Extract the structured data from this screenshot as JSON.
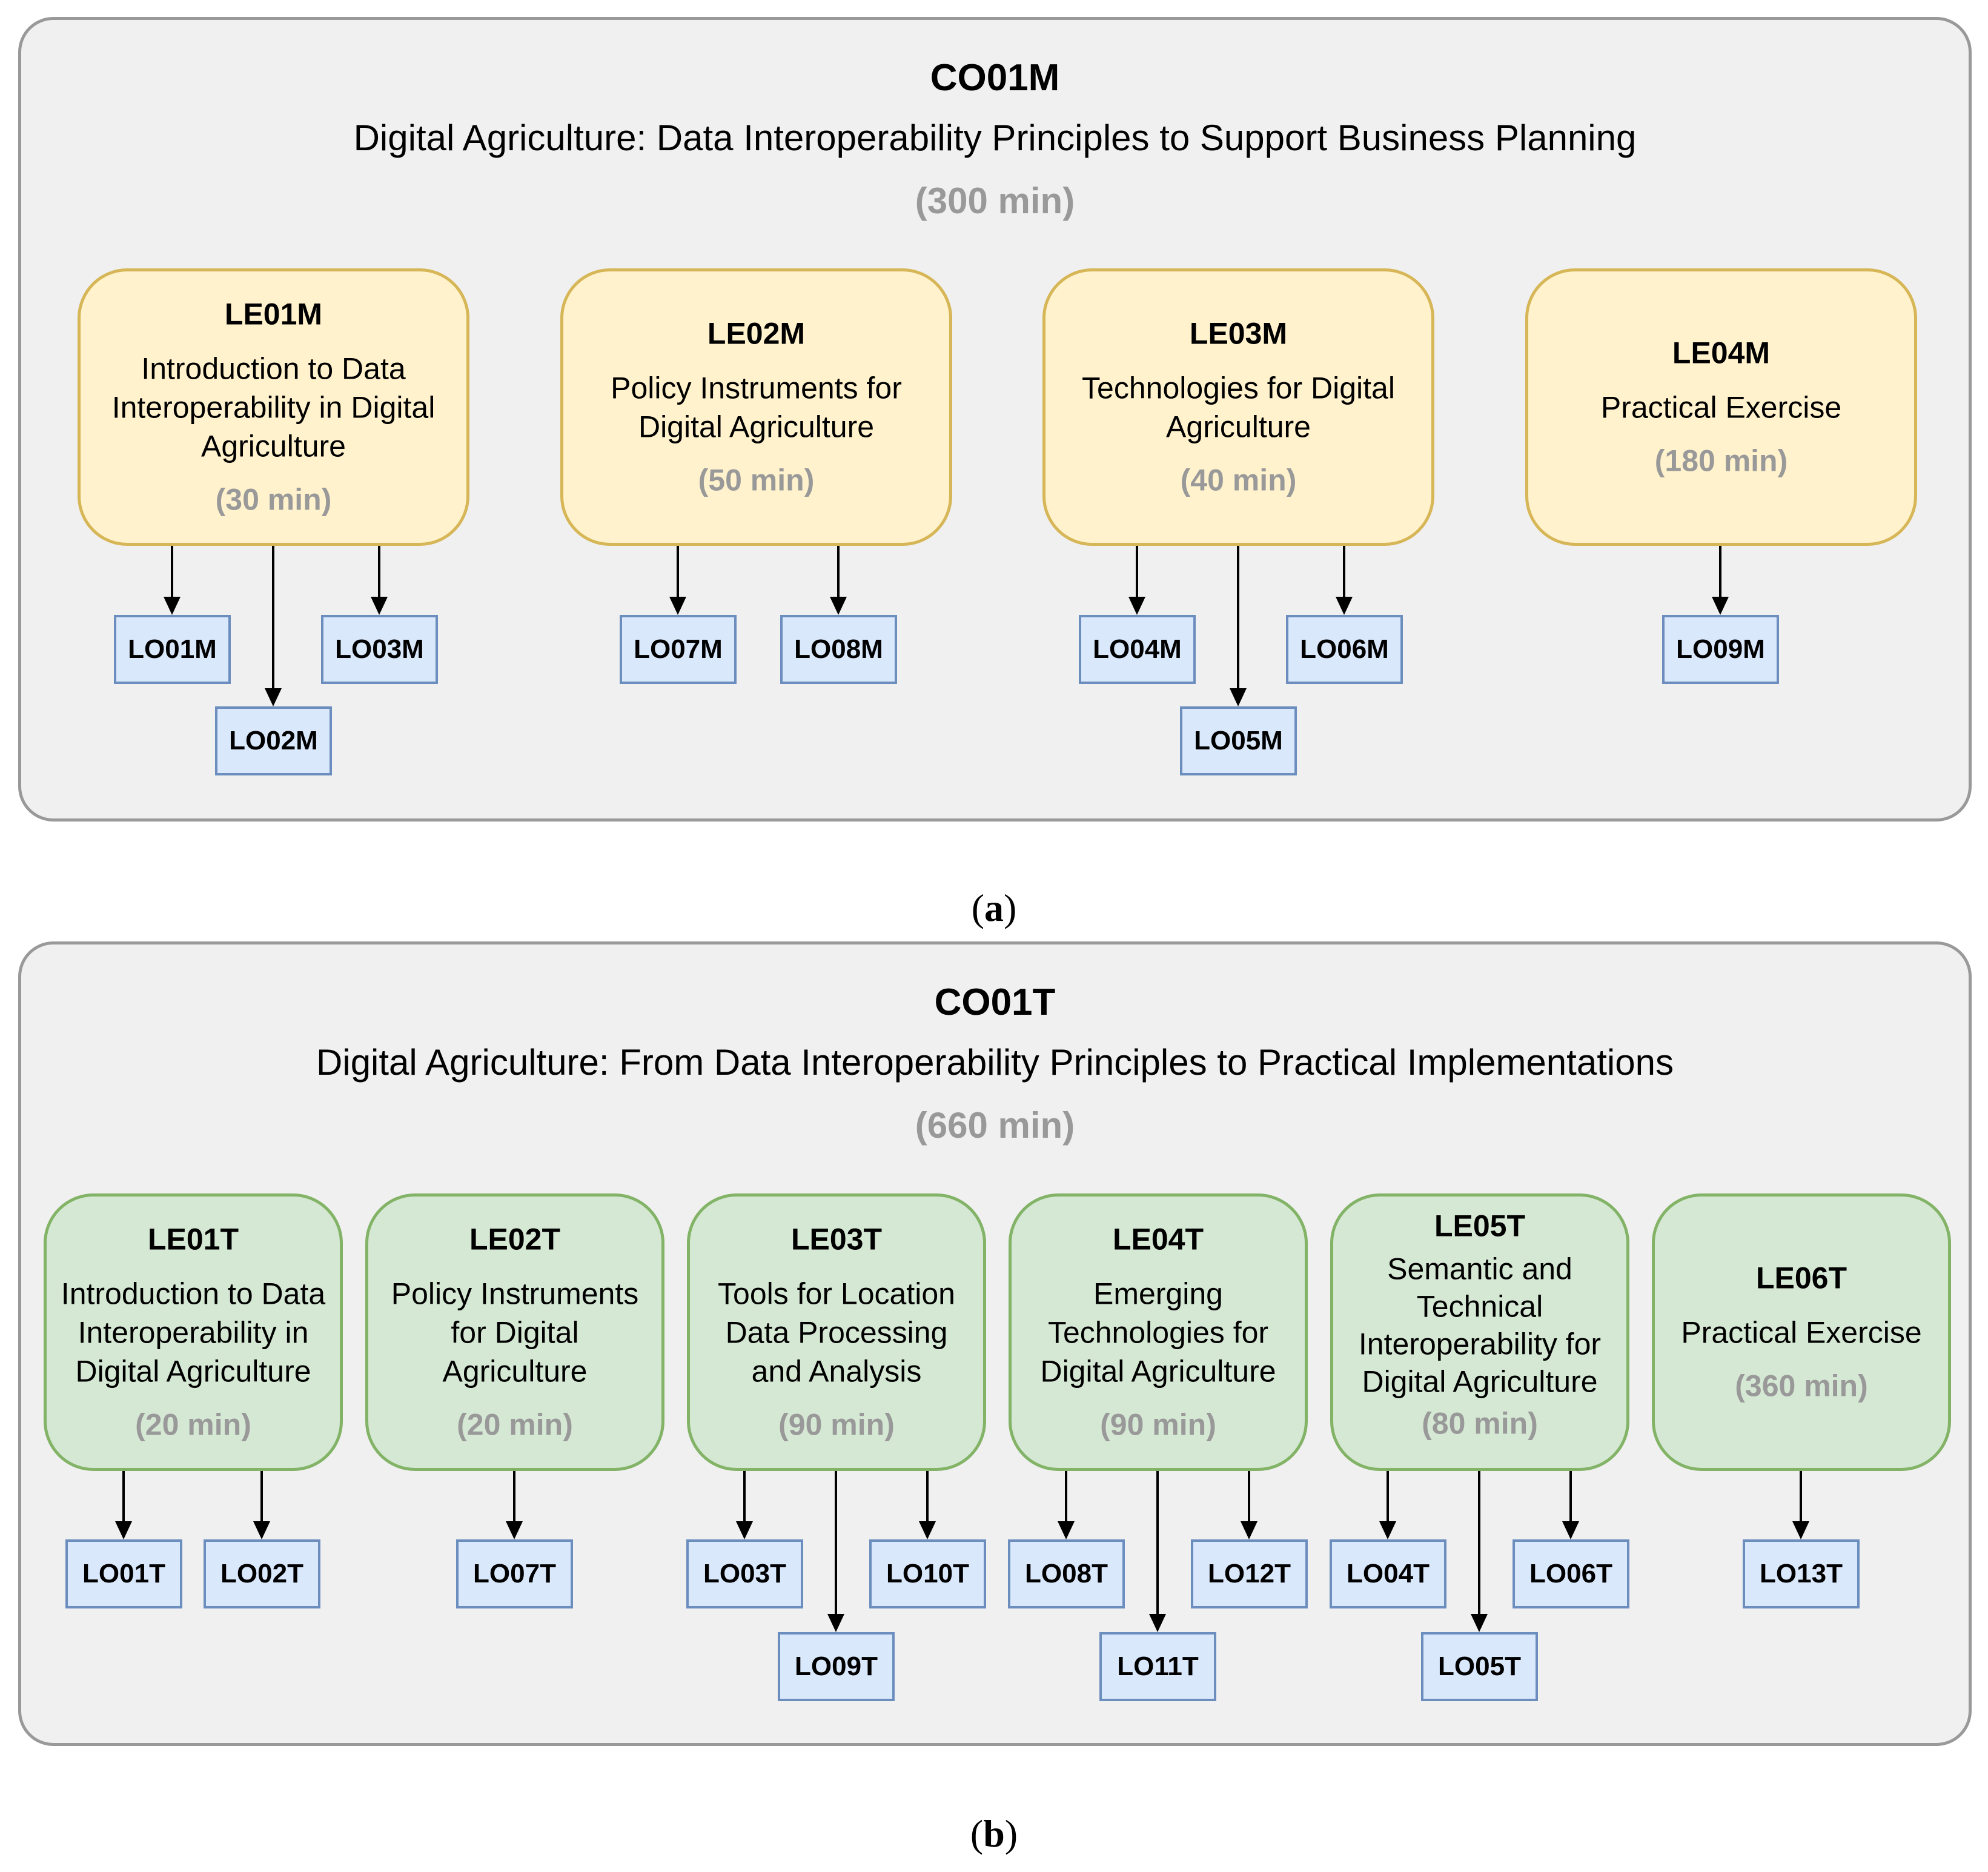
{
  "panels": [
    {
      "code": "CO01M",
      "name": "Digital Agriculture: Data Interoperability Principles to Support Business Planning",
      "duration": "(300 min)",
      "caption_label": "a",
      "learning_elements": [
        {
          "code": "LE01M",
          "name": "Introduction to Data Interoperability in Digital Agriculture",
          "duration": "(30 min)",
          "objectives": [
            "LO01M",
            "LO02M",
            "LO03M"
          ]
        },
        {
          "code": "LE02M",
          "name": "Policy Instruments for Digital Agriculture",
          "duration": "(50 min)",
          "objectives": [
            "LO07M",
            "LO08M"
          ]
        },
        {
          "code": "LE03M",
          "name": "Technologies for Digital Agriculture",
          "duration": "(40 min)",
          "objectives": [
            "LO04M",
            "LO05M",
            "LO06M"
          ]
        },
        {
          "code": "LE04M",
          "name": "Practical Exercise",
          "duration": "(180 min)",
          "objectives": [
            "LO09M"
          ]
        }
      ]
    },
    {
      "code": "CO01T",
      "name": "Digital Agriculture: From Data Interoperability Principles to Practical Implementations",
      "duration": "(660 min)",
      "caption_label": "b",
      "learning_elements": [
        {
          "code": "LE01T",
          "name": "Introduction to Data Interoperability in Digital Agriculture",
          "duration": "(20 min)",
          "objectives": [
            "LO01T",
            "LO02T"
          ]
        },
        {
          "code": "LE02T",
          "name": "Policy Instruments for Digital Agriculture",
          "duration": "(20 min)",
          "objectives": [
            "LO07T"
          ]
        },
        {
          "code": "LE03T",
          "name": "Tools for Location Data Processing and Analysis",
          "duration": "(90 min)",
          "objectives": [
            "LO03T",
            "LO09T",
            "LO10T"
          ]
        },
        {
          "code": "LE04T",
          "name": "Emerging Technologies for Digital Agriculture",
          "duration": "(90 min)",
          "objectives": [
            "LO08T",
            "LO11T",
            "LO12T"
          ]
        },
        {
          "code": "LE05T",
          "name": "Semantic and Technical Interoperability for Digital Agriculture",
          "duration": "(80 min)",
          "objectives": [
            "LO04T",
            "LO05T",
            "LO06T"
          ]
        },
        {
          "code": "LE06T",
          "name": "Practical Exercise",
          "duration": "(360 min)",
          "objectives": [
            "LO13T"
          ]
        }
      ]
    }
  ],
  "colors": {
    "panel_fill": "#f0f0f0",
    "panel_border": "#999999",
    "le_m_fill": "#fff2cc",
    "le_m_border": "#d6b656",
    "le_t_fill": "#d5e8d4",
    "le_t_border": "#82b366",
    "lo_fill": "#dae8fc",
    "lo_border": "#6c8ebf",
    "duration_text": "#999999"
  }
}
